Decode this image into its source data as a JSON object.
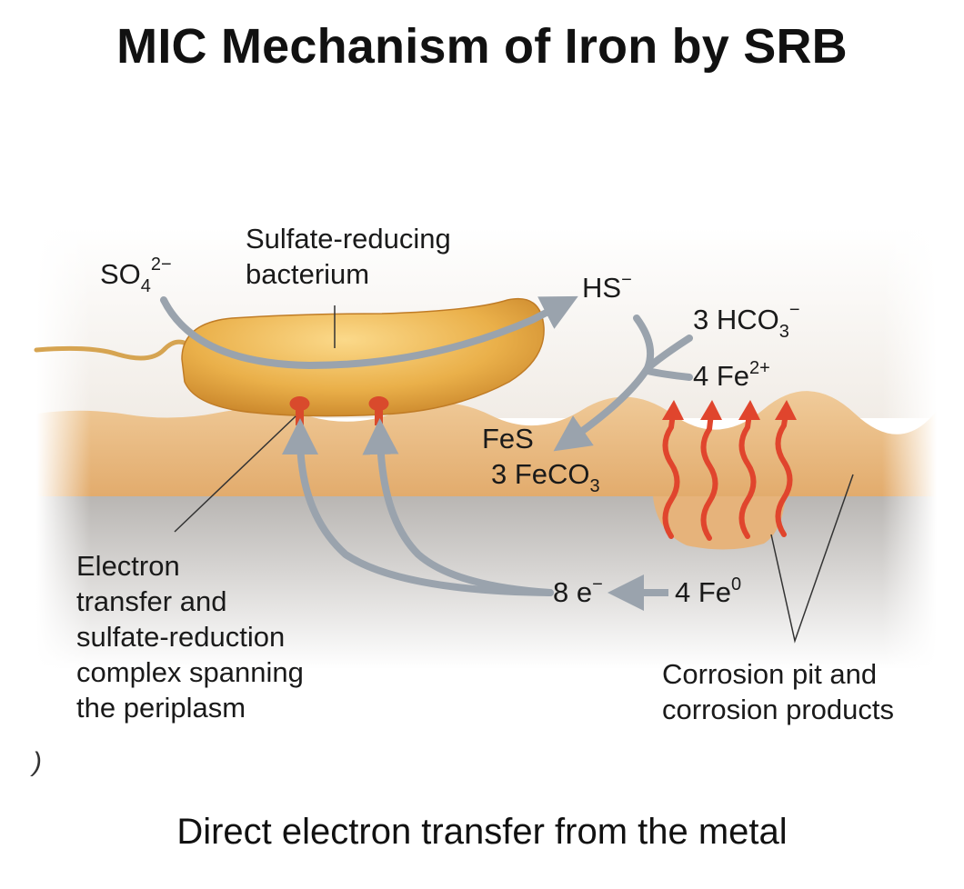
{
  "title": "MIC Mechanism of Iron by SRB",
  "caption": "Direct electron transfer from the metal",
  "stray_mark": ")",
  "labels": {
    "so4_main": "SO",
    "so4_sub": "4",
    "so4_sup": "2−",
    "bacterium_line1": "Sulfate-reducing",
    "bacterium_line2": "bacterium",
    "hs_main": "HS",
    "hs_sup": "−",
    "hco3_main": "3 HCO",
    "hco3_sub": "3",
    "hco3_sup": "−",
    "fe2_main": "4 Fe",
    "fe2_sup": "2+",
    "fes": "FeS",
    "feco3_main": "3 FeCO",
    "feco3_sub": "3",
    "electrons_main": "8 e",
    "electrons_sup": "−",
    "fe0_main": "4 Fe",
    "fe0_sup": "0",
    "complex_line1": "Electron",
    "complex_line2": "transfer and",
    "complex_line3": "sulfate-reduction",
    "complex_line4": "complex spanning",
    "complex_line5": "the periplasm",
    "pit_line1": "Corrosion pit and",
    "pit_line2": "corrosion products"
  },
  "colors": {
    "bacterium": "#e8a73a",
    "corrosion_layer": "#e9b983",
    "arrow_gray": "#9aa3ad",
    "red_arrow": "#e0452d",
    "metal": "#c9c6c3"
  }
}
